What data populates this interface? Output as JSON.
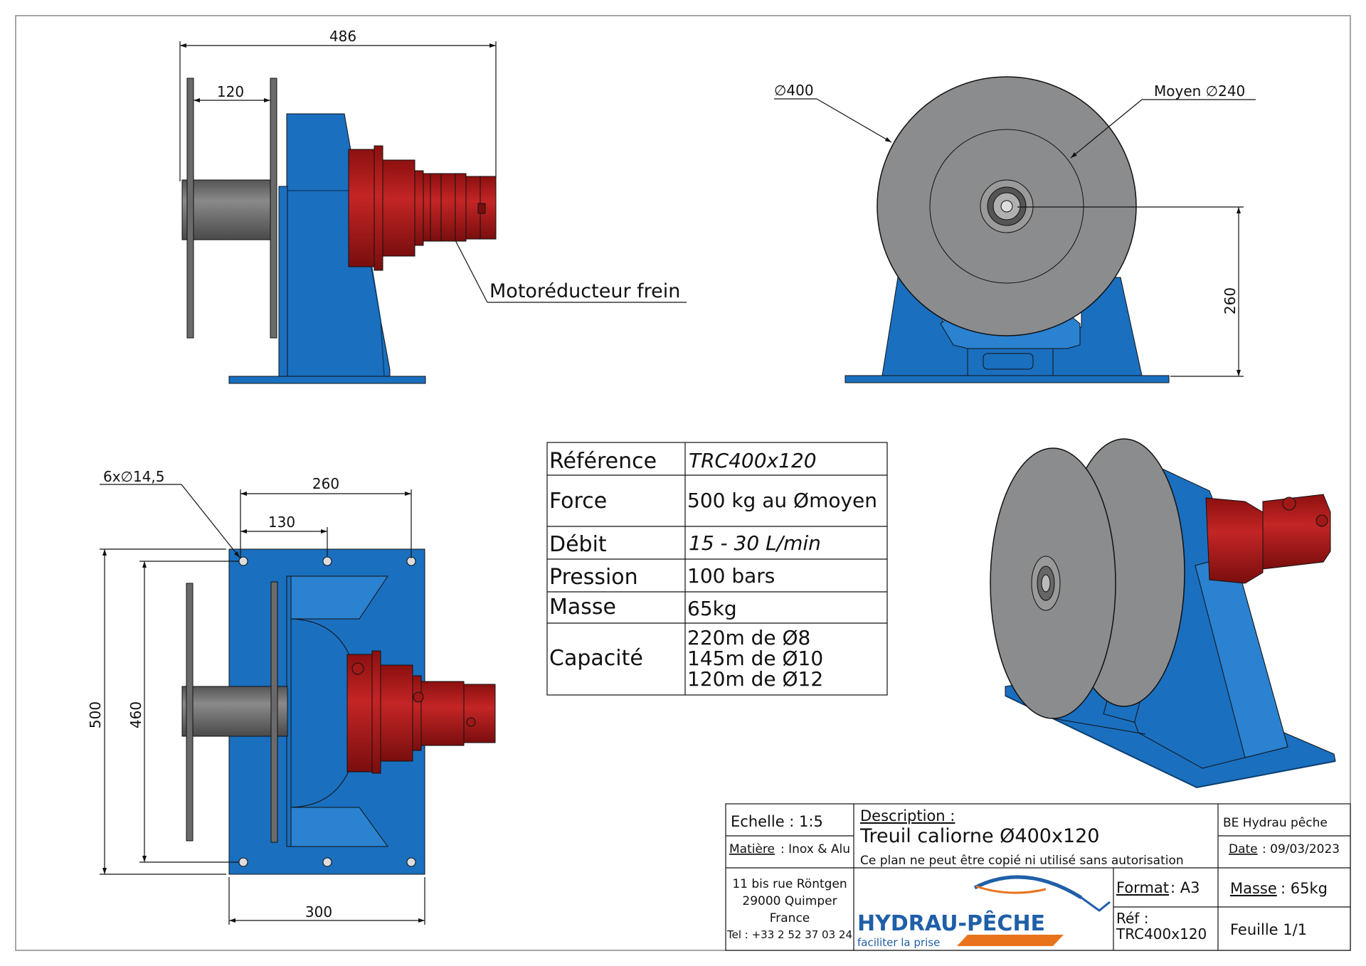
{
  "dimensions": {
    "overall_length": "486",
    "flange_spacing": "120",
    "flange_diameter": "∅400",
    "mean_diameter": "Moyen ∅240",
    "axis_height": "260",
    "holes": "6x∅14,5",
    "hole_spacing_outer": "260",
    "hole_spacing_inner": "130",
    "base_length": "500",
    "hole_spacing_vertical": "460",
    "base_width": "300"
  },
  "callouts": {
    "motor": "Motoréducteur frein"
  },
  "specs": {
    "rows": [
      {
        "label": "Référence",
        "value": "TRC400x120"
      },
      {
        "label": "Force",
        "value": "500 kg au Ømoyen"
      },
      {
        "label": "Débit",
        "value": "15 - 30 L/min"
      },
      {
        "label": "Pression",
        "value": "100 bars"
      },
      {
        "label": "Masse",
        "value": "65kg"
      },
      {
        "label": "Capacité",
        "lines": [
          "220m de Ø8",
          "145m de Ø10",
          "120m de Ø12"
        ]
      }
    ]
  },
  "title_block": {
    "scale": "Echelle : 1:5",
    "material_label": "Matière",
    "material_value": ": Inox & Alu",
    "description_label": "Description :",
    "description": "Treuil caliorne Ø400x120",
    "copyright": "Ce plan ne peut être copié ni utilisé sans autorisation",
    "office": "BE Hydrau pêche",
    "date_label": "Date",
    "date_value": ": 09/03/2023",
    "address": [
      "11 bis rue Röntgen",
      "29000 Quimper",
      "France",
      "Tel : +33 2 52 37 03 24"
    ],
    "logo_name": "HYDRAU-PÊCHE",
    "logo_tagline": "faciliter la prise",
    "format_label": "Format",
    "format_value": ": A3",
    "mass_label": "Masse",
    "mass_value": ": 65kg",
    "ref_label": "Réf :",
    "ref_value": "TRC400x120",
    "sheet": "Feuille 1/1"
  },
  "colors": {
    "frame_blue": "#1a6fbf",
    "motor_red": "#b41e1e",
    "drum_grey": "#707070",
    "disc_grey": "#8a8c8e",
    "logo_blue": "#1f5fa8",
    "logo_orange": "#e8731c"
  }
}
